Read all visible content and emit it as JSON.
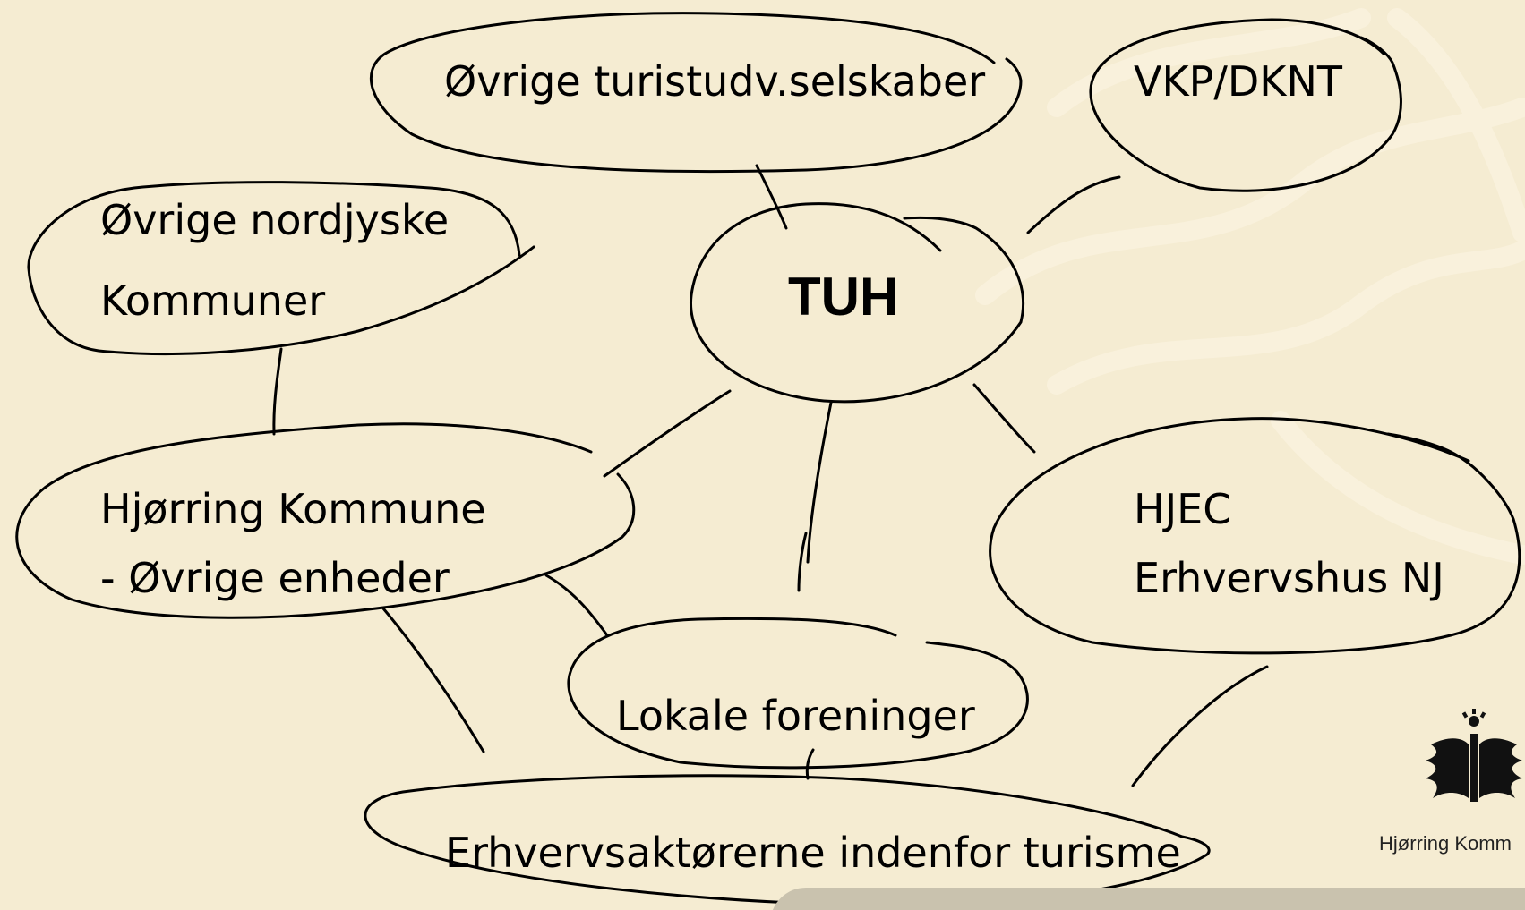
{
  "diagram": {
    "center": "TUH",
    "nodes": {
      "ovrige_turist": "Øvrige turistudv.selskaber",
      "vkp": "VKP/DKNT",
      "nordjyske_line1": "Øvrige nordjyske",
      "nordjyske_line2": "Kommuner",
      "hjorring_line1": "Hjørring Kommune",
      "hjorring_line2": "- Øvrige enheder",
      "hjec_line1": "HJEC",
      "hjec_line2": "Erhvervshus NJ",
      "lokale": "Lokale foreninger",
      "erhverv": "Erhvervsaktørerne indenfor turisme"
    }
  },
  "logo": {
    "text": "Hjørring Komm",
    "icon": "hjorring-crest-icon"
  }
}
